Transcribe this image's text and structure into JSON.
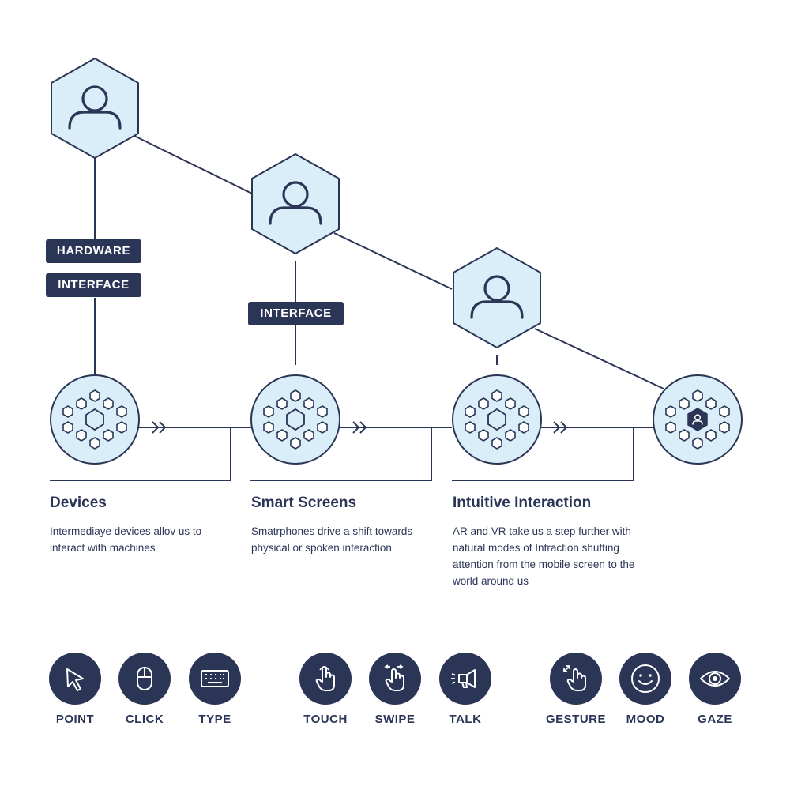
{
  "labels": {
    "hardware": "HARDWARE",
    "interface_1": "INTERFACE",
    "interface_2": "INTERFACE"
  },
  "stages": [
    {
      "title": "Devices",
      "description": "Intermediaye devices allov us to interact with machines"
    },
    {
      "title": "Smart Screens",
      "description": "Smatrphones drive a shift towards physical or spoken interaction"
    },
    {
      "title": "Intuitive Interaction",
      "description": "AR and VR take us a step further with natural modes of Intraction shufting attention from the mobile screen to the world around us"
    }
  ],
  "modes": [
    {
      "label": "POINT",
      "icon": "pointer-arrow-icon"
    },
    {
      "label": "CLICK",
      "icon": "mouse-icon"
    },
    {
      "label": "TYPE",
      "icon": "keyboard-icon"
    },
    {
      "label": "TOUCH",
      "icon": "touch-hand-icon"
    },
    {
      "label": "SWIPE",
      "icon": "swipe-hand-icon"
    },
    {
      "label": "TALK",
      "icon": "megaphone-icon"
    },
    {
      "label": "GESTURE",
      "icon": "gesture-hand-icon"
    },
    {
      "label": "MOOD",
      "icon": "smiley-icon"
    },
    {
      "label": "GAZE",
      "icon": "eye-icon"
    }
  ],
  "colors": {
    "navy": "#2b3556",
    "node_fill": "#d9eef8",
    "white": "#ffffff"
  }
}
